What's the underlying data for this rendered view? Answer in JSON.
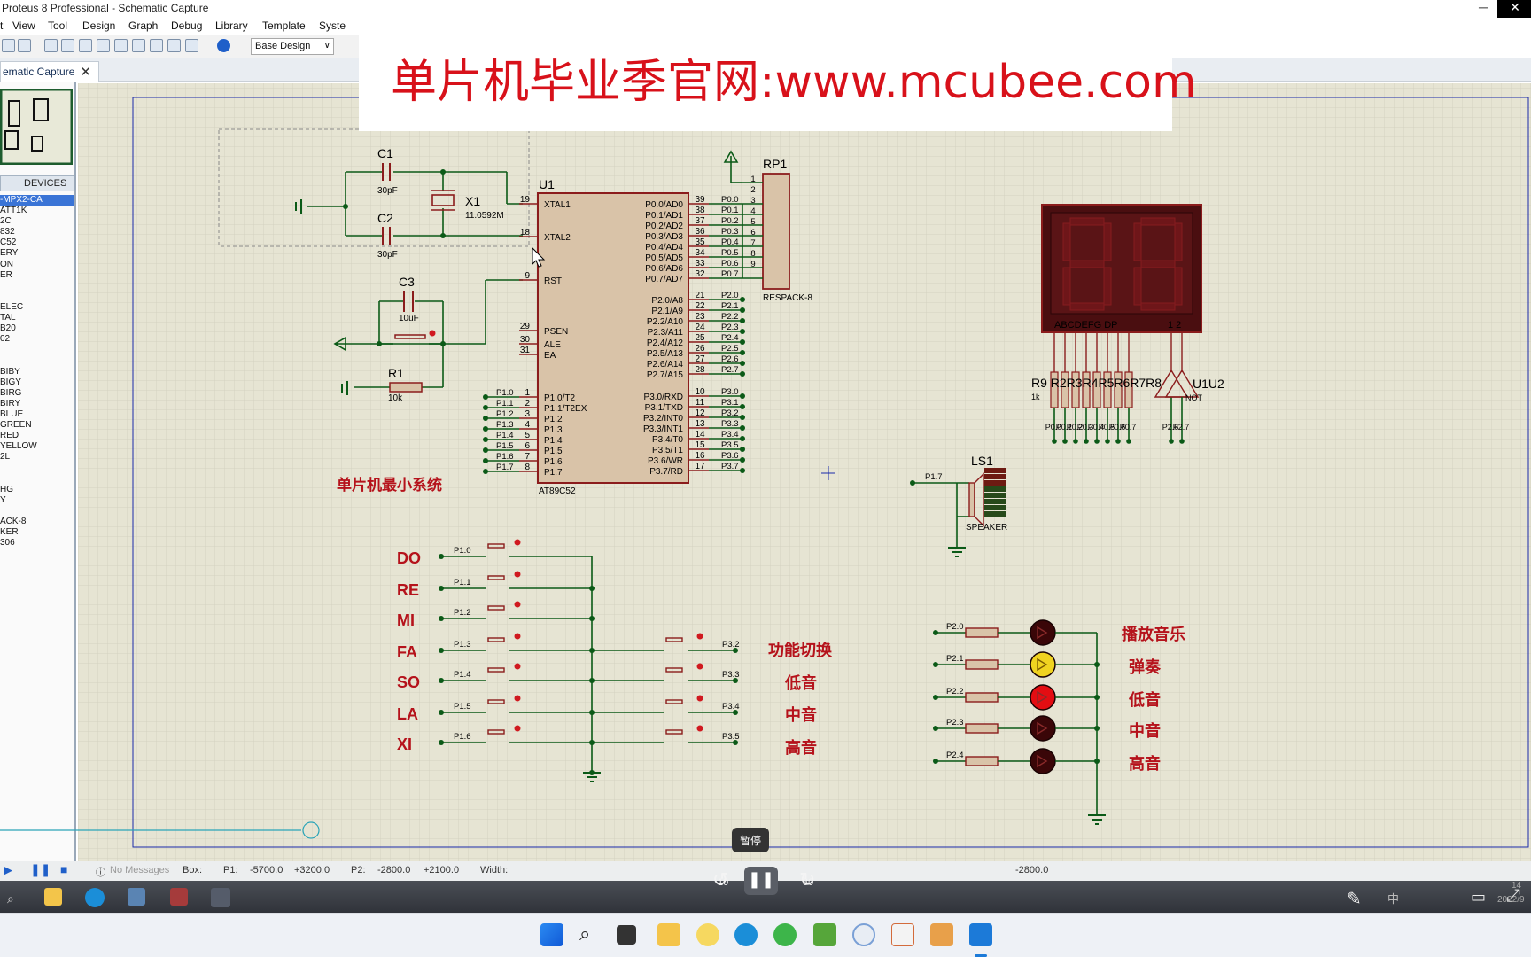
{
  "window": {
    "title": "Proteus 8 Professional - Schematic Capture",
    "minimize_glyph": "─",
    "close_glyph": "✕"
  },
  "menu": [
    "t",
    "View",
    "Tool",
    "Design",
    "Graph",
    "Debug",
    "Library",
    "Template",
    "Syste"
  ],
  "toolbar": {
    "design_select": "Base Design"
  },
  "tab": {
    "label": "ematic Capture",
    "close_glyph": "✕"
  },
  "devices": {
    "header": "DEVICES",
    "items": [
      "-MPX2-CA",
      "ATT1K",
      "2C",
      "832",
      "C52",
      "ERY",
      "ON",
      "ER",
      "",
      "",
      "ELEC",
      "TAL",
      "B20",
      "02",
      "",
      "",
      "BIBY",
      "BIGY",
      "BIRG",
      "BIRY",
      "BLUE",
      "GREEN",
      "RED",
      "YELLOW",
      "2L",
      "",
      "",
      "HG",
      "Y",
      "",
      "ACK-8",
      "KER",
      "306"
    ]
  },
  "banner": {
    "text": "单片机毕业季官网:www.mcubee.com"
  },
  "schematic": {
    "c1": "C1",
    "c1_val": "30pF",
    "c2": "C2",
    "c2_val": "30pF",
    "x1": "X1",
    "x1_val": "11.0592M",
    "c3": "C3",
    "c3_val": "10uF",
    "r1": "R1",
    "r1_val": "10k",
    "u1": "U1",
    "u1_part": "AT89C52",
    "rp1": "RP1",
    "rp1_part": "RESPACK-8",
    "caption_minsys": "单片机最小系统",
    "u1_left_pins": [
      {
        "num": "19",
        "name": "XTAL1"
      },
      {
        "num": "18",
        "name": "XTAL2"
      },
      {
        "num": "9",
        "name": "RST"
      },
      {
        "num": "29",
        "name": "PSEN"
      },
      {
        "num": "30",
        "name": "ALE"
      },
      {
        "num": "31",
        "name": "EA"
      },
      {
        "num": "1",
        "name": "P1.0/T2"
      },
      {
        "num": "2",
        "name": "P1.1/T2EX"
      },
      {
        "num": "3",
        "name": "P1.2"
      },
      {
        "num": "4",
        "name": "P1.3"
      },
      {
        "num": "5",
        "name": "P1.4"
      },
      {
        "num": "6",
        "name": "P1.5"
      },
      {
        "num": "7",
        "name": "P1.6"
      },
      {
        "num": "8",
        "name": "P1.7"
      }
    ],
    "u1_right_pins": [
      {
        "num": "39",
        "name": "P0.0/AD0",
        "net": "P0.0"
      },
      {
        "num": "38",
        "name": "P0.1/AD1",
        "net": "P0.1"
      },
      {
        "num": "37",
        "name": "P0.2/AD2",
        "net": "P0.2"
      },
      {
        "num": "36",
        "name": "P0.3/AD3",
        "net": "P0.3"
      },
      {
        "num": "35",
        "name": "P0.4/AD4",
        "net": "P0.4"
      },
      {
        "num": "34",
        "name": "P0.5/AD5",
        "net": "P0.5"
      },
      {
        "num": "33",
        "name": "P0.6/AD6",
        "net": "P0.6"
      },
      {
        "num": "32",
        "name": "P0.7/AD7",
        "net": "P0.7"
      },
      {
        "num": "21",
        "name": "P2.0/A8",
        "net": "P2.0"
      },
      {
        "num": "22",
        "name": "P2.1/A9",
        "net": "P2.1"
      },
      {
        "num": "23",
        "name": "P2.2/A10",
        "net": "P2.2"
      },
      {
        "num": "24",
        "name": "P2.3/A11",
        "net": "P2.3"
      },
      {
        "num": "25",
        "name": "P2.4/A12",
        "net": "P2.4"
      },
      {
        "num": "26",
        "name": "P2.5/A13",
        "net": "P2.5"
      },
      {
        "num": "27",
        "name": "P2.6/A14",
        "net": "P2.6"
      },
      {
        "num": "28",
        "name": "P2.7/A15",
        "net": "P2.7"
      },
      {
        "num": "10",
        "name": "P3.0/RXD",
        "net": "P3.0"
      },
      {
        "num": "11",
        "name": "P3.1/TXD",
        "net": "P3.1"
      },
      {
        "num": "12",
        "name": "P3.2/INT0",
        "net": "P3.2"
      },
      {
        "num": "13",
        "name": "P3.3/INT1",
        "net": "P3.3"
      },
      {
        "num": "14",
        "name": "P3.4/T0",
        "net": "P3.4"
      },
      {
        "num": "15",
        "name": "P3.5/T1",
        "net": "P3.5"
      },
      {
        "num": "16",
        "name": "P3.6/WR",
        "net": "P3.6"
      },
      {
        "num": "17",
        "name": "P3.7/RD",
        "net": "P3.7"
      }
    ],
    "p1_nets": [
      "P1.0",
      "P1.1",
      "P1.2",
      "P1.3",
      "P1.4",
      "P1.5",
      "P1.6",
      "P1.7"
    ],
    "rp_pins": [
      "1",
      "2",
      "3",
      "4",
      "5",
      "6",
      "7",
      "8",
      "9"
    ],
    "display_seg_label": "ABCDEFG  DP",
    "display_digit_label": "1 2",
    "resistor_bank_label": "R9 R2R3R4R5R6R7R8",
    "resistor_bank_val": "1k",
    "inverter_label": "U1U2",
    "inverter_part": "NOT",
    "seg_nets": [
      "P0.0",
      "P0.1",
      "P0.2",
      "P0.3",
      "P0.4",
      "P0.5",
      "P0.6",
      "P0.7"
    ],
    "digit_nets": [
      "P2.6",
      "P2.7"
    ],
    "speaker": "LS1",
    "speaker_part": "SPEAKER",
    "speaker_net": "P1.7",
    "notes": [
      "DO",
      "RE",
      "MI",
      "FA",
      "SO",
      "LA",
      "XI"
    ],
    "note_nets": [
      "P1.0",
      "P1.1",
      "P1.2",
      "P1.3",
      "P1.4",
      "P1.5",
      "P1.6"
    ],
    "func_nets": [
      "P3.2",
      "P3.3",
      "P3.4",
      "P3.5"
    ],
    "func_labels": [
      "功能切换",
      "低音",
      "中音",
      "高音"
    ],
    "led_nets": [
      "P2.0",
      "P2.1",
      "P2.2",
      "P2.3",
      "P2.4"
    ],
    "led_labels": [
      "播放音乐",
      "弹奏",
      "低音",
      "中音",
      "高音"
    ],
    "colors": {
      "wire": "#0b5a17",
      "component": "#8b1c1c",
      "chip_fill": "#d9c3a8",
      "text_red": "#b5121b",
      "grid_bg": "#e6e4d3",
      "led_off": "#3a0608",
      "led_yellow": "#f0d320",
      "led_red": "#e30d12"
    }
  },
  "status": {
    "messages": "No Messages",
    "box": "Box:",
    "p1": "P1:",
    "p1_x": "-5700.0",
    "p1_y": "+3200.0",
    "p2": "P2:",
    "p2_x": "-2800.0",
    "p2_y": "+2100.0",
    "width": "Width:",
    "coord": "-2800.0"
  },
  "video": {
    "tooltip": "暂停",
    "rewind": "10",
    "forward": "30"
  },
  "tray": {
    "ime": "中",
    "time_partial": "14",
    "date_partial": "2022/9"
  }
}
